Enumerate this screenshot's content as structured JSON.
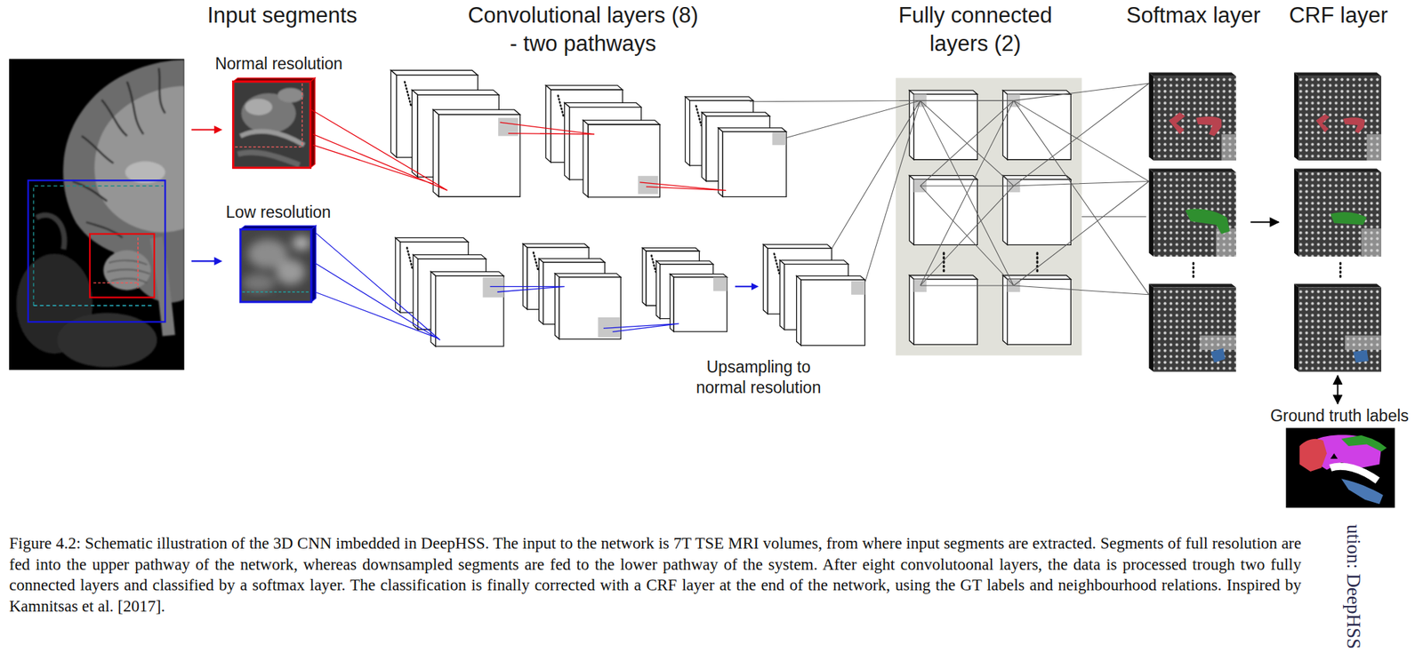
{
  "diagram": {
    "caption": "Figure 4.2: Schematic illustration of the 3D CNN imbedded in DeepHSS. The input to the network is 7T TSE MRI volumes, from where input segments are extracted. Segments of full resolution are fed into the upper pathway of the network, whereas downsampled segments are fed to the lower pathway of the system. After eight convolutoonal layers, the data is processed trough two fully connected layers and classified by a softmax layer. The classification is finally corrected with a CRF layer at the end of the network, using the GT labels and neighbourhood relations. Inspired by Kamnitsas et al. [2017].",
    "nodes": [
      {
        "text": [
          "Normal resolution"
        ]
      },
      {
        "text": [
          "Low resolution"
        ]
      },
      {
        "text": [
          "Fully connected layers (2)"
        ]
      },
      {
        "text": [
          "Softmax layer"
        ]
      },
      {
        "text": [
          "CRF layer"
        ]
      },
      {
        "text": [
          "Ground truth labels"
        ]
      }
    ],
    "edges": [
      {
        "from": 2,
        "to": 3,
        "arrow": "none"
      },
      {
        "from": 3,
        "to": 4,
        "arrow": "to"
      },
      {
        "from": 4,
        "to": 5,
        "arrow": "both"
      }
    ],
    "labels": [
      "Input segments",
      "Convolutional layers (8) - two pathways",
      "Upsampling to normal resolution",
      "ution: DeepHSS"
    ]
  }
}
